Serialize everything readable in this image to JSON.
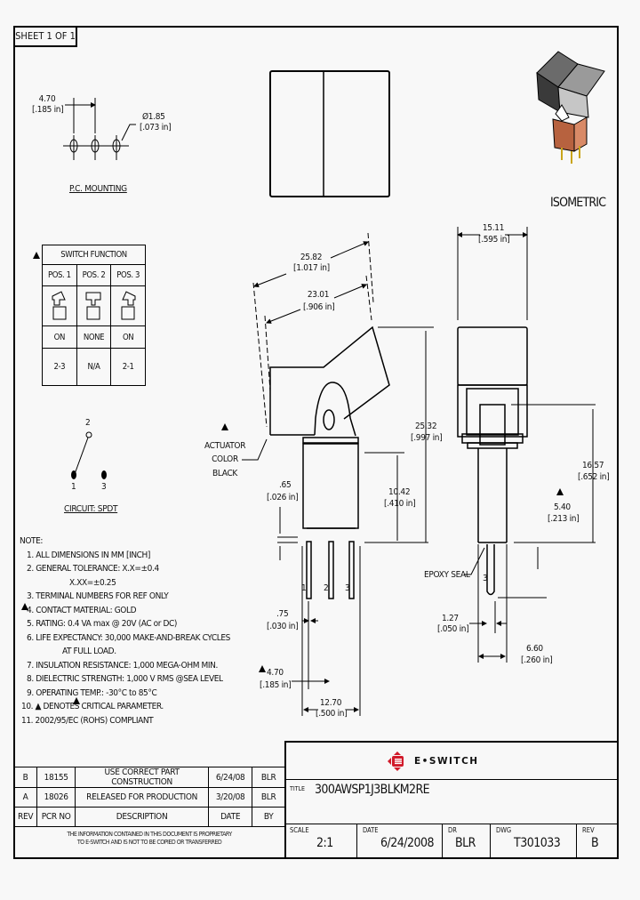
{
  "sheet": {
    "label": "SHEET 1 OF 1"
  },
  "pc_mounting": {
    "pitch_mm": "4.70",
    "pitch_in": "[.185 in]",
    "hole_dia_mm": "Ø1.85",
    "hole_dia_in": "[.073 in]",
    "caption": "P.C. MOUNTING"
  },
  "switch_function": {
    "title": "SWITCH FUNCTION",
    "columns": [
      {
        "pos": "POS. 1",
        "state": "ON",
        "connection": "2-3"
      },
      {
        "pos": "POS. 2",
        "state": "NONE",
        "connection": "N/A"
      },
      {
        "pos": "POS. 3",
        "state": "ON",
        "connection": "2-1"
      }
    ]
  },
  "circuit": {
    "terminal_top": "2",
    "terminal_left": "1",
    "terminal_right": "3",
    "caption": "CIRCUIT: SPDT"
  },
  "notes": {
    "heading": "NOTE:",
    "items": [
      "1. ALL DIMENSIONS IN MM [INCH]",
      "2. GENERAL TOLERANCE: X.X=±0.4",
      "X.XX=±0.25",
      "3. TERMINAL NUMBERS FOR REF ONLY",
      "4. CONTACT MATERIAL: GOLD",
      "5. RATING: 0.4 VA max @ 20V (AC or DC)",
      "6. LIFE EXPECTANCY: 30,000 MAKE-AND-BREAK CYCLES",
      "AT FULL LOAD.",
      "7. INSULATION RESISTANCE: 1,000 MEGA-OHM MIN.",
      "8. DIELECTRIC STRENGTH: 1,000 V RMS @SEA LEVEL",
      "9. OPERATING TEMP.: -30°C to 85°C",
      "10. ▲ DENOTES CRITICAL PARAMETER.",
      "11. 2002/95/EC (ROHS) COMPLIANT"
    ]
  },
  "side_view": {
    "dim_overall_mm": "25.82",
    "dim_overall_in": "[1.017 in]",
    "dim_paddle_mm": "23.01",
    "dim_paddle_in": "[.906 in]",
    "dim_height_mm": "25.32",
    "dim_height_in": "[.997 in]",
    "dim_body_mm": "10.42",
    "dim_body_in": "[.410 in]",
    "dim_standoff_mm": ".65",
    "dim_standoff_in": "[.026 in]",
    "dim_pin_mm": ".75",
    "dim_pin_in": "[.030 in]",
    "dim_pitch_mm": "4.70",
    "dim_pitch_in": "[.185 in]",
    "dim_width_mm": "12.70",
    "dim_width_in": "[.500 in]",
    "actuator_note": [
      "ACTUATOR",
      "COLOR",
      "BLACK"
    ],
    "pins": [
      "1",
      "2",
      "3"
    ]
  },
  "end_view": {
    "dim_width_mm": "15.11",
    "dim_width_in": "[.595 in]",
    "dim_total_mm": "16.57",
    "dim_total_in": "[.652 in]",
    "dim_pin_len_mm": "5.40",
    "dim_pin_len_in": "[.213 in]",
    "dim_pin_w_mm": "1.27",
    "dim_pin_w_in": "[.050 in]",
    "dim_body_mm": "6.60",
    "dim_body_in": "[.260 in]",
    "epoxy_label": "EPOXY SEAL",
    "pin_label": "3"
  },
  "isometric": {
    "caption": "ISOMETRIC"
  },
  "revisions": {
    "rows": [
      {
        "rev": "B",
        "pcr": "18155",
        "desc": "USE CORRECT PART CONSTRUCTION",
        "date": "6/24/08",
        "by": "BLR"
      },
      {
        "rev": "A",
        "pcr": "18026",
        "desc": "RELEASED FOR PRODUCTION",
        "date": "3/20/08",
        "by": "BLR"
      }
    ],
    "header": {
      "rev": "REV",
      "pcr": "PCR NO",
      "desc": "DESCRIPTION",
      "date": "DATE",
      "by": "BY"
    },
    "proprietary_line1": "THE INFORMATION CONTAINED IN THIS DOCUMENT IS PROPRIETARY",
    "proprietary_line2": "TO E-SWITCH AND IS NOT TO BE COPIED OR TRANSFERRED"
  },
  "title_block": {
    "brand": "E•SWITCH",
    "brand_color": "#d11a2a",
    "title_label": "TITLE",
    "title": "300AWSP1J3BLKM2RE",
    "scale_label": "SCALE",
    "scale": "2:1",
    "date_label": "DATE",
    "date": "6/24/2008",
    "dr_label": "DR",
    "dr": "BLR",
    "dwg_label": "DWG",
    "dwg": "T301033",
    "rev_label": "REV",
    "rev": "B"
  }
}
